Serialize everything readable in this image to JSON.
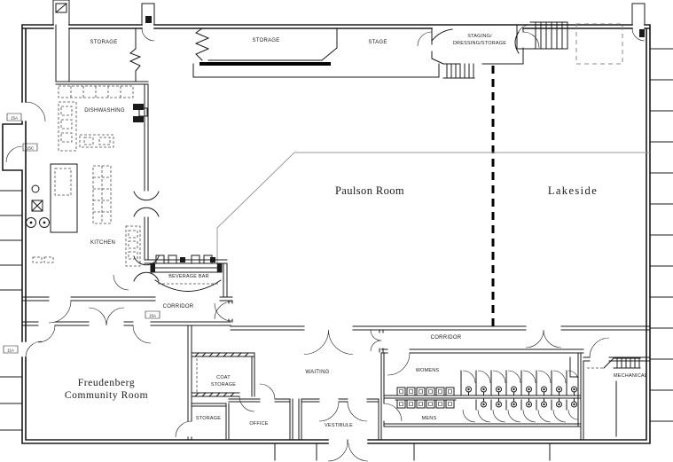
{
  "drawing": {
    "title": "Community center floor plan",
    "background": "#ffffff",
    "ink": "#1a1a1a",
    "light_line": "#999999"
  },
  "rooms": {
    "storage_nw": "STORAGE",
    "storage_stage": "STORAGE",
    "stage": "STAGE",
    "staging_line1": "STAGING/",
    "staging_line2": "DRESSING/STORAGE",
    "dishwashing": "DISHWASHING",
    "kitchen": "KITCHEN",
    "beverage_bar": "BEVERAGE BAR",
    "corridor_west": "CORRIDOR",
    "paulson": "Paulson Room",
    "lakeside": "Lakeside",
    "corridor_south": "CORRIDOR",
    "freudenberg_line1": "Freudenberg",
    "freudenberg_line2": "Community Room",
    "coat_line1": "COAT",
    "coat_line2": "STORAGE",
    "waiting": "WAITING",
    "storage_south": "STORAGE",
    "office": "OFFICE",
    "vestibule": "VESTIBULE",
    "womens": "WOMENS",
    "mens": "MENS",
    "mechanical": "MECHANICAL"
  },
  "door_tags": {
    "t1": "15A",
    "t2": "15C",
    "t3": "15A",
    "t4": "11A"
  }
}
